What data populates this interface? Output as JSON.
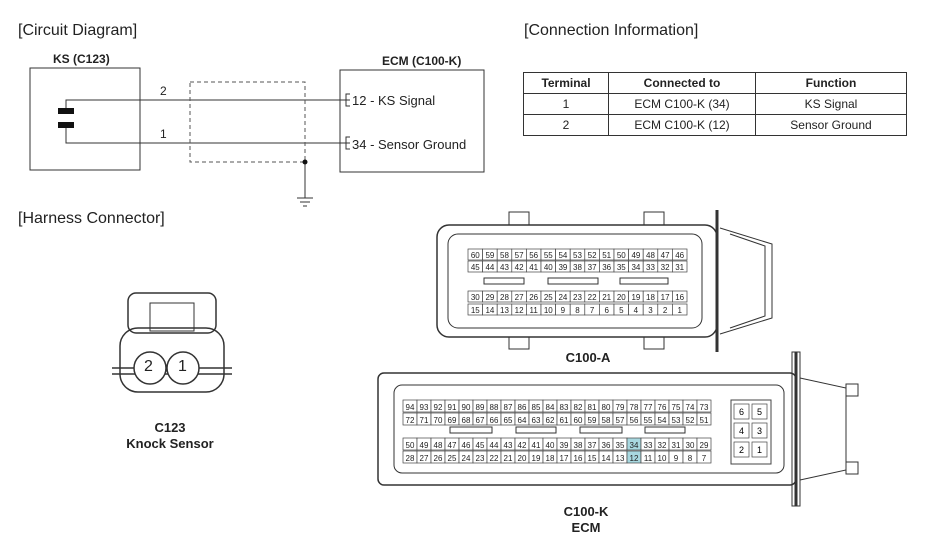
{
  "headings": {
    "circuit": "[Circuit Diagram]",
    "connection": "[Connection Information]",
    "harness": "[Harness Connector]"
  },
  "circuit": {
    "ks_label": "KS (C123)",
    "ecm_label": "ECM (C100-K)",
    "pin_left_top": "2",
    "pin_left_bottom": "1",
    "ecm_pin_top": "12 - KS Signal",
    "ecm_pin_bottom": "34 - Sensor Ground"
  },
  "connection_table": {
    "headers": [
      "Terminal",
      "Connected to",
      "Function"
    ],
    "rows": [
      [
        "1",
        "ECM C100-K (34)",
        "KS Signal"
      ],
      [
        "2",
        "ECM C100-K (12)",
        "Sensor Ground"
      ]
    ]
  },
  "knock_sensor": {
    "pin_left": "2",
    "pin_right": "1",
    "caption_line1": "C123",
    "caption_line2": "Knock Sensor"
  },
  "c100a": {
    "caption": "C100-A",
    "rows": [
      [
        "60",
        "59",
        "58",
        "57",
        "56",
        "55",
        "54",
        "53",
        "52",
        "51",
        "50",
        "49",
        "48",
        "47",
        "46"
      ],
      [
        "45",
        "44",
        "43",
        "42",
        "41",
        "40",
        "39",
        "38",
        "37",
        "36",
        "35",
        "34",
        "33",
        "32",
        "31"
      ],
      [
        "30",
        "29",
        "28",
        "27",
        "26",
        "25",
        "24",
        "23",
        "22",
        "21",
        "20",
        "19",
        "18",
        "17",
        "16"
      ],
      [
        "15",
        "14",
        "13",
        "12",
        "11",
        "10",
        "9",
        "8",
        "7",
        "6",
        "5",
        "4",
        "3",
        "2",
        "1"
      ]
    ]
  },
  "c100k": {
    "caption_line1": "C100-K",
    "caption_line2": "ECM",
    "rows": [
      [
        "94",
        "93",
        "92",
        "91",
        "90",
        "89",
        "88",
        "87",
        "86",
        "85",
        "84",
        "83",
        "82",
        "81",
        "80",
        "79",
        "78",
        "77",
        "76",
        "75",
        "74",
        "73"
      ],
      [
        "72",
        "71",
        "70",
        "69",
        "68",
        "67",
        "66",
        "65",
        "64",
        "63",
        "62",
        "61",
        "60",
        "59",
        "58",
        "57",
        "56",
        "55",
        "54",
        "53",
        "52",
        "51"
      ],
      [
        "50",
        "49",
        "48",
        "47",
        "46",
        "45",
        "44",
        "43",
        "42",
        "41",
        "40",
        "39",
        "38",
        "37",
        "36",
        "35",
        "34",
        "33",
        "32",
        "31",
        "30",
        "29"
      ],
      [
        "28",
        "27",
        "26",
        "25",
        "24",
        "23",
        "22",
        "21",
        "20",
        "19",
        "18",
        "17",
        "16",
        "15",
        "14",
        "13",
        "12",
        "11",
        "10",
        "9",
        "8",
        "7"
      ]
    ],
    "side_pins": [
      [
        "6",
        "5"
      ],
      [
        "4",
        "3"
      ],
      [
        "2",
        "1"
      ]
    ],
    "highlighted": [
      "34",
      "12"
    ],
    "highlight_color": "#a8d8e0"
  }
}
